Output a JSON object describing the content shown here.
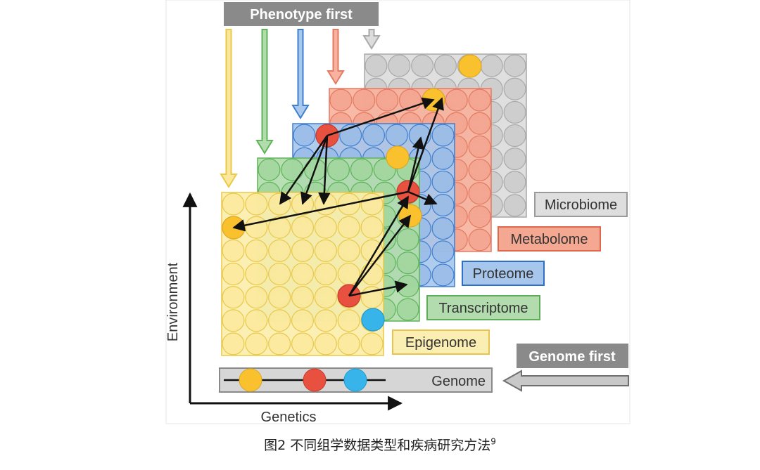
{
  "banners": {
    "phenotype_first": "Phenotype first",
    "genome_first": "Genome first"
  },
  "layers": [
    {
      "key": "microbiome",
      "label": "Microbiome",
      "fill": "#dcdcdc",
      "circle": "#c8c8c8",
      "stroke": "#a9a9a9",
      "label_bg": "#dedede",
      "label_border": "#9a9a9a"
    },
    {
      "key": "metabolome",
      "label": "Metabolome",
      "fill": "#f7b3a0",
      "circle": "#f3a28c",
      "stroke": "#e57a62",
      "label_bg": "#f5a891",
      "label_border": "#e0684d"
    },
    {
      "key": "proteome",
      "label": "Proteome",
      "fill": "#a9c8ec",
      "circle": "#95b9e6",
      "stroke": "#3f7fd0",
      "label_bg": "#a7c6ec",
      "label_border": "#2f6fc4"
    },
    {
      "key": "transcriptome",
      "label": "Transcriptome",
      "fill": "#b3dcae",
      "circle": "#9fd49a",
      "stroke": "#5fb45a",
      "label_bg": "#b2dcad",
      "label_border": "#5cad56"
    },
    {
      "key": "epigenome",
      "label": "Epigenome",
      "fill": "#fbeeae",
      "circle": "#fbe89a",
      "stroke": "#e9c84a",
      "label_bg": "#fbeeb2",
      "label_border": "#e8c44c"
    }
  ],
  "genome": {
    "label": "Genome",
    "bg": "#d6d6d6",
    "border": "#8a8a8a"
  },
  "axes": {
    "x": "Genetics",
    "y": "Environment"
  },
  "colors": {
    "yellow": "#f8c12d",
    "red": "#e8503f",
    "blue": "#37b4ea",
    "arrow": "#111111",
    "banner": "#8a8a8a"
  },
  "caption": {
    "text": "图2  不同组学数据类型和疾病研究方法",
    "ref": "9"
  }
}
